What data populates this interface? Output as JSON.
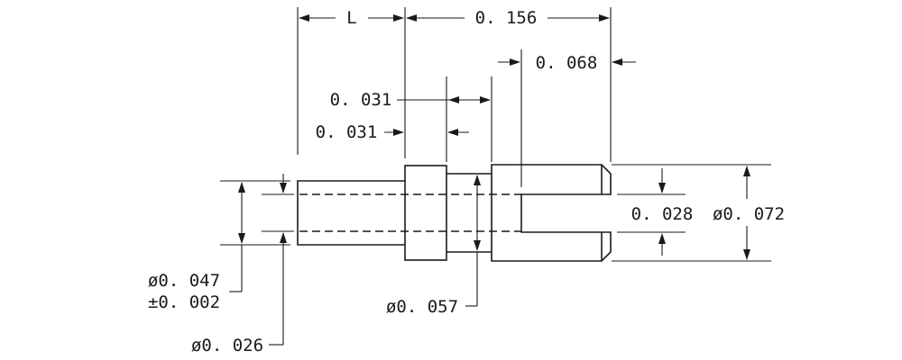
{
  "drawing": {
    "labels": {
      "length_L": "L",
      "overall_length": "0. 156",
      "slot_depth": "0. 068",
      "collar_width": "0. 031",
      "groove_width": "0. 031",
      "slot_width": "0. 028",
      "head_diameter": "ø0. 072",
      "shank_diameter": "ø0. 047",
      "shank_tolerance": "±0. 002",
      "groove_diameter": "ø0. 057",
      "bore_diameter": "ø0. 026"
    },
    "colors": {
      "ink": "#1a1a1a",
      "paper": "#ffffff"
    }
  }
}
